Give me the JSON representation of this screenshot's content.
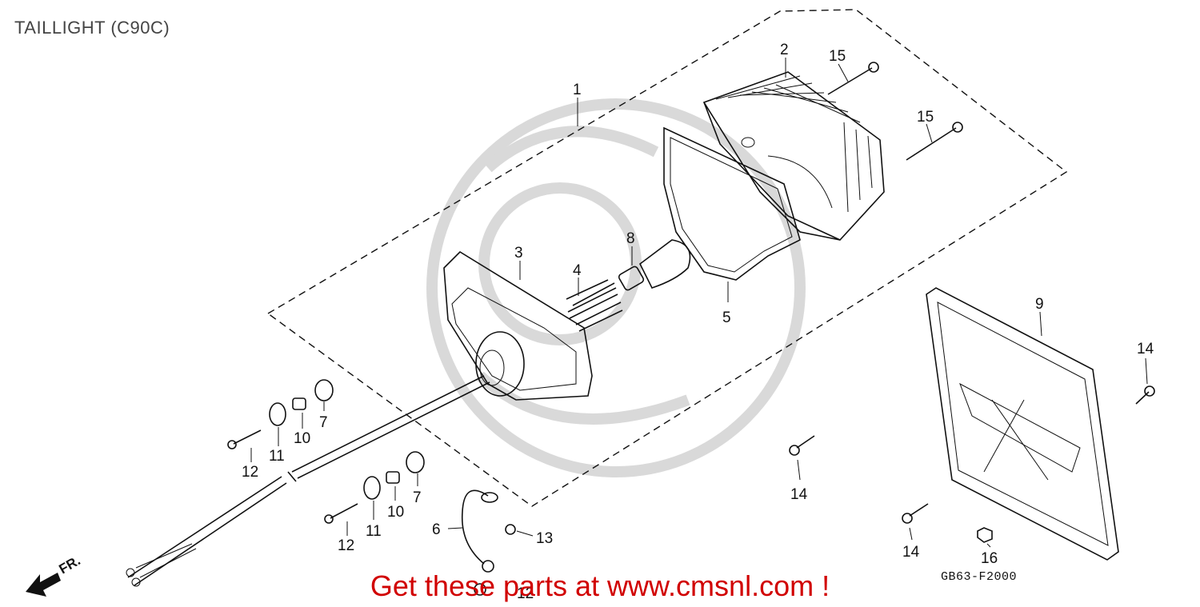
{
  "header": {
    "title": "TAILLIGHT (C90C)"
  },
  "figure": {
    "code": "GB63-F2000",
    "direction_label": "FR."
  },
  "watermark": {
    "promo_text": "Get these parts at www.cmsnl.com !",
    "color": "#d10000"
  },
  "callouts": {
    "c1": "1",
    "c2": "2",
    "c3": "3",
    "c4": "4",
    "c5": "5",
    "c6": "6",
    "c7a": "7",
    "c7b": "7",
    "c8": "8",
    "c9": "9",
    "c10a": "10",
    "c10b": "10",
    "c11a": "11",
    "c11b": "11",
    "c12a": "12",
    "c12b": "12",
    "c12c": "12",
    "c13": "13",
    "c14a": "14",
    "c14b": "14",
    "c14c": "14",
    "c15a": "15",
    "c15b": "15",
    "c16": "16"
  }
}
